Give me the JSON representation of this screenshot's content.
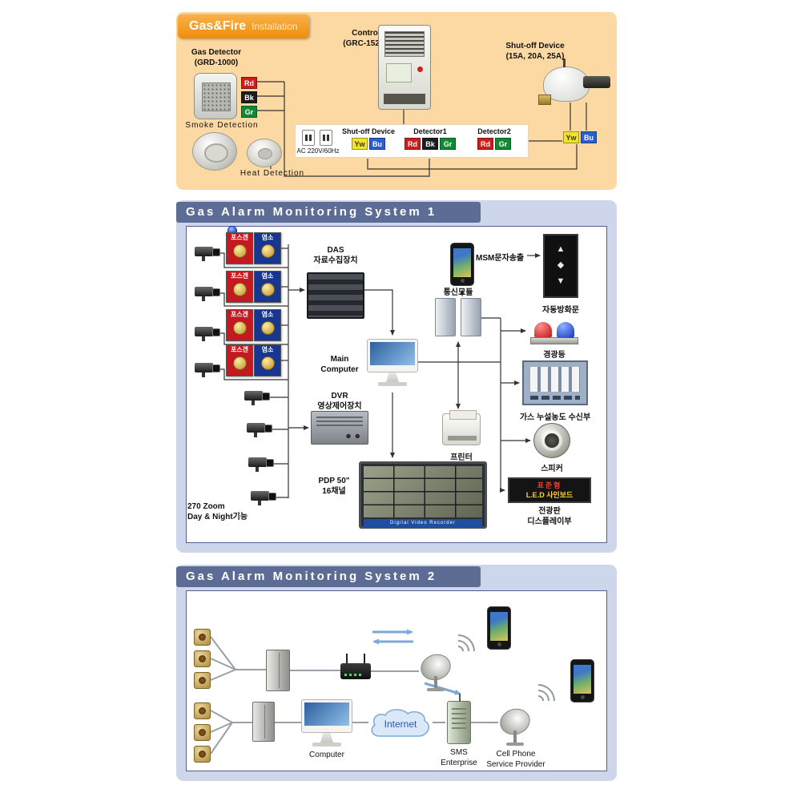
{
  "installation": {
    "badge_main": "Gas&Fire",
    "badge_sub": "Installation",
    "gas_detector_line1": "Gas Detector",
    "gas_detector_line2": "(GRD-1000)",
    "controller_line1": "Controller",
    "controller_line2": "(GRC-1525 2P)",
    "shutoff_line1": "Shut-off Device",
    "shutoff_line2": "(15A, 20A, 25A)",
    "smoke_label": "Smoke Detection",
    "heat_label": "Heat Detection",
    "ac_label": "AC 220V/60Hz",
    "detector_pins": [
      {
        "label": "Rd",
        "color": "#cf1d1d",
        "text": "#ffffff"
      },
      {
        "label": "Bk",
        "color": "#1c1c1c",
        "text": "#ffffff"
      },
      {
        "label": "Gr",
        "color": "#0f8a33",
        "text": "#ffffff"
      }
    ],
    "terminal_groups": [
      {
        "label": "Shut-off Device",
        "pins": [
          {
            "label": "Yw",
            "color": "#efe32b",
            "text": "#333333"
          },
          {
            "label": "Bu",
            "color": "#2a5fd0",
            "text": "#ffffff"
          }
        ]
      },
      {
        "label": "Detector1",
        "pins": [
          {
            "label": "Rd",
            "color": "#cf1d1d",
            "text": "#ffffff"
          },
          {
            "label": "Bk",
            "color": "#1c1c1c",
            "text": "#ffffff"
          },
          {
            "label": "Gr",
            "color": "#0f8a33",
            "text": "#ffffff"
          }
        ]
      },
      {
        "label": "Detector2",
        "pins": [
          {
            "label": "Rd",
            "color": "#cf1d1d",
            "text": "#ffffff"
          },
          {
            "label": "Gr",
            "color": "#0f8a33",
            "text": "#ffffff"
          }
        ]
      }
    ],
    "valve_pins": [
      {
        "label": "Yw",
        "color": "#efe32b",
        "text": "#333333"
      },
      {
        "label": "Bu",
        "color": "#2a5fd0",
        "text": "#ffffff"
      }
    ]
  },
  "system1": {
    "header": "Gas Alarm Monitoring System 1",
    "alarm_left": "포스겐",
    "alarm_right": "염소",
    "das_line1": "DAS",
    "das_line2": "자료수집장치",
    "main_line1": "Main",
    "main_line2": "Computer",
    "dvr_line1": "DVR",
    "dvr_line2": "영상제어장치",
    "comm_label": "통신모듈",
    "msm_label": "MSM문자송출",
    "firedoor_label": "자동방화문",
    "beacon_label": "경광등",
    "receiver_label": "가스 누설농도 수신부",
    "speaker_label": "스피커",
    "printer_label": "프린터",
    "led_line1": "표준형",
    "led_line2": "L.E.D 사인보드",
    "ledpanel_line1": "전광판",
    "ledpanel_line2": "디스플레이부",
    "pdp_line1": "PDP 50\"",
    "pdp_line2": "16채널",
    "pdp_badge": "Digital Video Recorder",
    "zoom_line1": "270 Zoom",
    "zoom_line2": "Day & Night기능"
  },
  "system2": {
    "header": "Gas Alarm Monitoring System 2",
    "computer_label": "Computer",
    "internet_label": "Internet",
    "sms_line1": "SMS",
    "sms_line2": "Enterprise",
    "provider_line1": "Cell Phone",
    "provider_line2": "Service Provider"
  },
  "colors": {
    "panel1_bg": "#fcd9a2",
    "badge_orange": "#ef8d0a",
    "panel_header": "#5d6c94",
    "panel_border": "#cdd6ea",
    "alarm_red": "#c41920",
    "alarm_blue": "#17368f"
  }
}
